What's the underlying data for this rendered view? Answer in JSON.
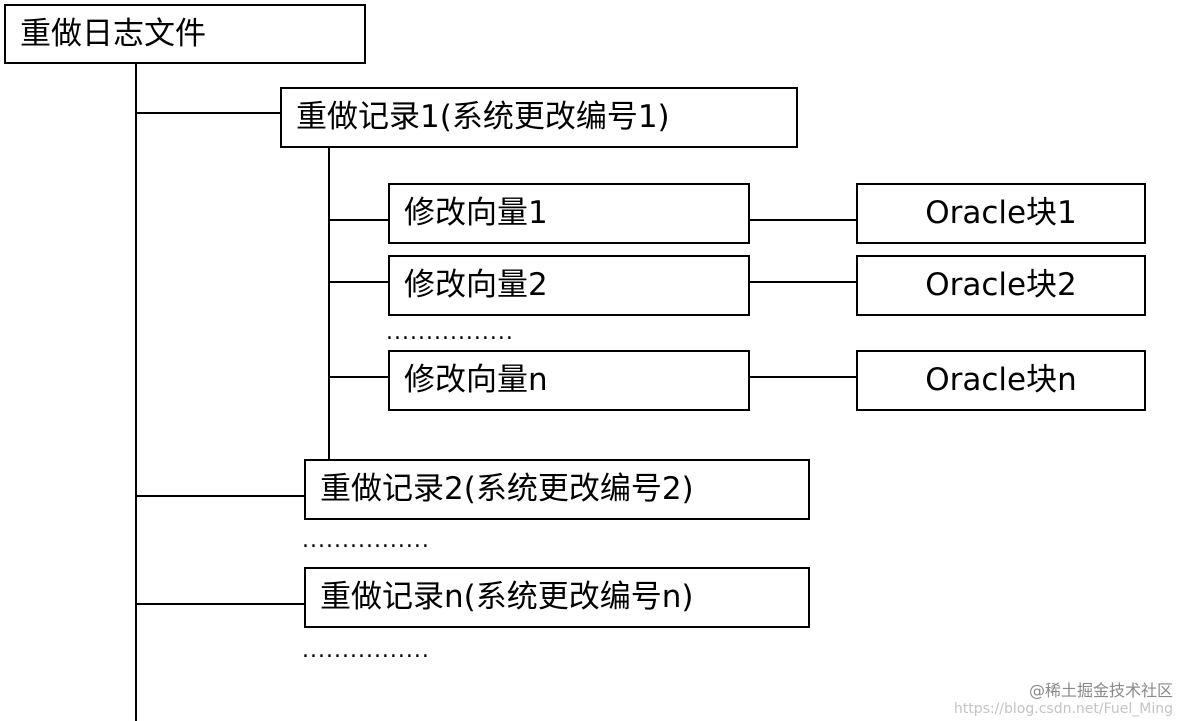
{
  "file": {
    "label": "重做日志文件"
  },
  "records": [
    {
      "label": "重做记录1(系统更改编号1)"
    },
    {
      "label": "重做记录2(系统更改编号2)"
    },
    {
      "label": "重做记录n(系统更改编号n)"
    }
  ],
  "vectors": [
    {
      "label": "修改向量1",
      "block": "Oracle块1"
    },
    {
      "label": "修改向量2",
      "block": "Oracle块2"
    },
    {
      "label": "修改向量n",
      "block": "Oracle块n"
    }
  ],
  "ellipses": {
    "vectors": "................",
    "records_1": "................",
    "records_2": "................"
  },
  "watermark": {
    "text": "@稀土掘金技术社区",
    "url": "https://blog.csdn.net/Fuel_Ming"
  }
}
